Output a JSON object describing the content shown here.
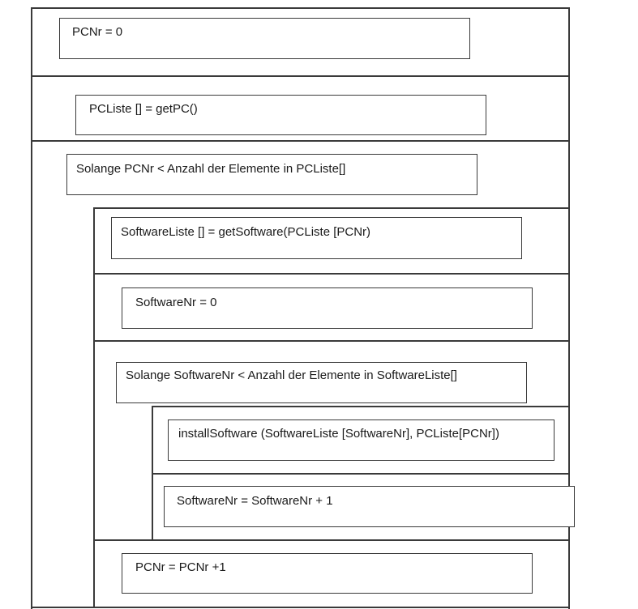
{
  "diagram": {
    "statements": {
      "init_pcnr": "PCNr = 0",
      "get_pc_list": "PCListe [] = getPC()",
      "outer_loop": "Solange PCNr < Anzahl der Elemente in PCListe[]",
      "get_software_list": "SoftwareListe [] = getSoftware(PCListe [PCNr)",
      "init_softwarenr": "SoftwareNr = 0",
      "inner_loop": "Solange SoftwareNr < Anzahl der Elemente in SoftwareListe[]",
      "install_software": "installSoftware (SoftwareListe [SoftwareNr], PCListe[PCNr])",
      "increment_softwarenr": "SoftwareNr = SoftwareNr + 1",
      "increment_pcnr": "PCNr = PCNr +1"
    }
  }
}
